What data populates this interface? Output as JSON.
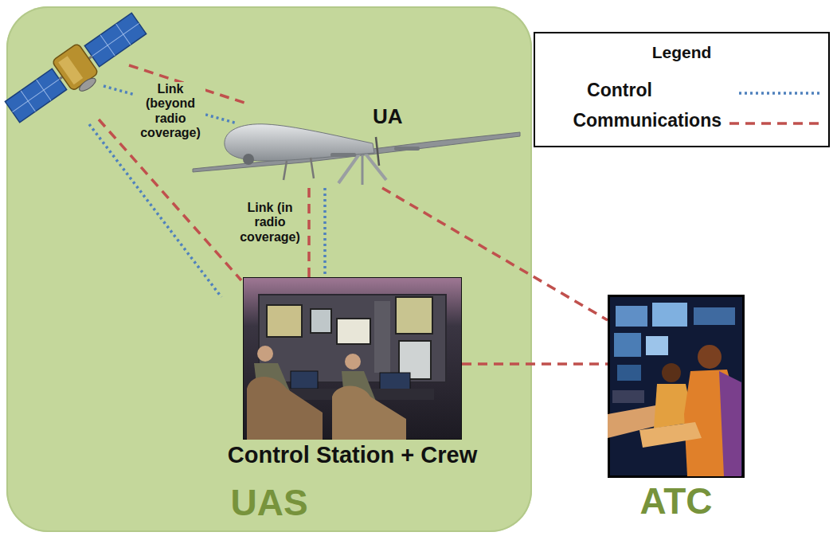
{
  "diagram": {
    "nodes": [
      {
        "text": [
          "UAS"
        ]
      },
      {
        "text": [
          "UA"
        ],
        "in": 0
      },
      {
        "text": [
          "Control Station + Crew"
        ],
        "in": 0
      },
      {
        "text": [
          "ATC"
        ]
      }
    ],
    "edges": [
      {
        "from": 1,
        "to": 2,
        "arrow": "none",
        "label": "Link (in radio coverage)"
      },
      {
        "from": 1,
        "to": 2,
        "arrow": "none"
      },
      {
        "from": 1,
        "to": 3,
        "arrow": "none"
      },
      {
        "from": 2,
        "to": 3,
        "arrow": "none"
      }
    ],
    "labels": [
      "Link (beyond radio coverage)",
      "Legend"
    ],
    "legend": [
      {
        "text": "Control"
      },
      {
        "text": "Communications"
      }
    ]
  }
}
